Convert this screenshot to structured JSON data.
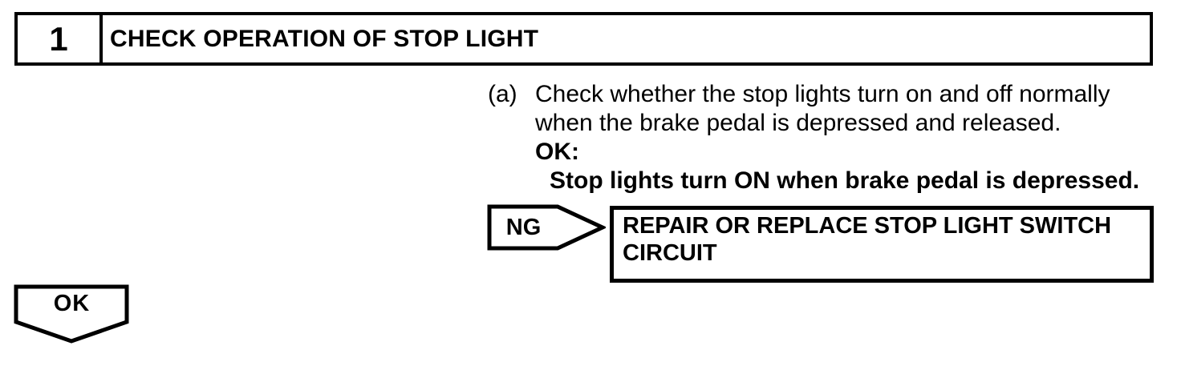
{
  "colors": {
    "ink": "#000000",
    "paper": "#ffffff"
  },
  "step": {
    "number": "1",
    "title": "CHECK OPERATION OF STOP LIGHT"
  },
  "instruction": {
    "marker": "(a)",
    "lines": [
      "Check whether the stop lights turn on and off normally",
      "when the brake pedal is depressed and released."
    ],
    "ok_label": "OK:",
    "ok_condition": "Stop lights turn ON when brake pedal is depressed."
  },
  "ng_branch": {
    "label": "NG",
    "action": "REPAIR OR REPLACE STOP LIGHT SWITCH CIRCUIT"
  },
  "ok_branch": {
    "label": "OK"
  }
}
